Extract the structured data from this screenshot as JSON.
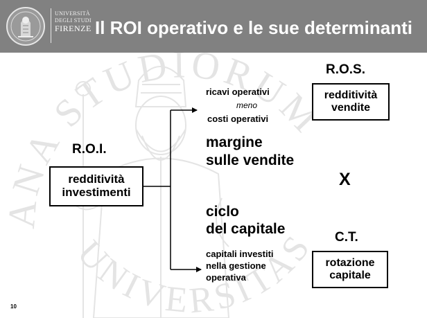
{
  "header": {
    "university_line1": "UNIVERSITÀ",
    "university_line2": "DEGLI STUDI",
    "university_line3": "FIRENZE",
    "title": "Il ROI operativo e le sue determinanti"
  },
  "watermark": {
    "upper_text": "ANA STUDIORUM",
    "lower_text": "UNIVERSITAS"
  },
  "diagram": {
    "roi_label": "R.O.I.",
    "roi_box_line1": "redditività",
    "roi_box_line2": "investimenti",
    "top_branch": {
      "line1": "ricavi operativi",
      "line2": "meno",
      "line3": "costi operativi"
    },
    "margin_line1": "margine",
    "margin_line2": "sulle vendite",
    "multiply": "X",
    "cycle_line1": "ciclo",
    "cycle_line2": "del capitale",
    "bottom_branch": {
      "line1": "capitali investiti",
      "line2": "nella gestione",
      "line3": "operativa"
    },
    "ros_label": "R.O.S.",
    "ros_box_line1": "redditività",
    "ros_box_line2": "vendite",
    "ct_label": "C.T.",
    "ct_box_line1": "rotazione",
    "ct_box_line2": "capitale"
  },
  "footer": {
    "page_number": "10"
  }
}
